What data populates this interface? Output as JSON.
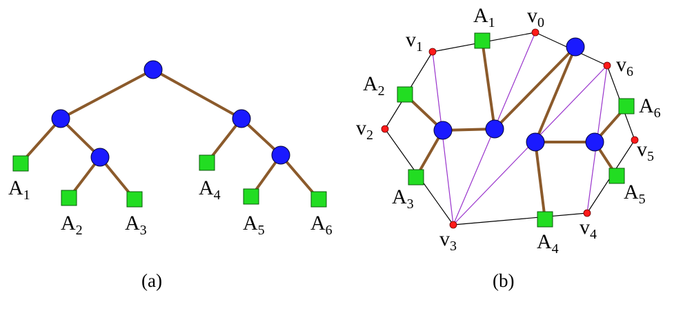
{
  "colors": {
    "tree_edge": "#8b5a2b",
    "internal_node": "#1a1aff",
    "leaf_node": "#22dd22",
    "polygon_vertex": "#ff1a1a",
    "polygon_edge": "#000000",
    "diagonal": "#9933cc"
  },
  "panel_a": {
    "caption": "(a)",
    "leaves": [
      {
        "base": "A",
        "sub": "1"
      },
      {
        "base": "A",
        "sub": "2"
      },
      {
        "base": "A",
        "sub": "3"
      },
      {
        "base": "A",
        "sub": "4"
      },
      {
        "base": "A",
        "sub": "5"
      },
      {
        "base": "A",
        "sub": "6"
      }
    ]
  },
  "panel_b": {
    "caption": "(b)",
    "vertices": [
      {
        "base": "v",
        "sub": "0"
      },
      {
        "base": "v",
        "sub": "1"
      },
      {
        "base": "v",
        "sub": "2"
      },
      {
        "base": "v",
        "sub": "3"
      },
      {
        "base": "v",
        "sub": "4"
      },
      {
        "base": "v",
        "sub": "5"
      },
      {
        "base": "v",
        "sub": "6"
      }
    ],
    "leaves": [
      {
        "base": "A",
        "sub": "1"
      },
      {
        "base": "A",
        "sub": "2"
      },
      {
        "base": "A",
        "sub": "3"
      },
      {
        "base": "A",
        "sub": "4"
      },
      {
        "base": "A",
        "sub": "5"
      },
      {
        "base": "A",
        "sub": "6"
      }
    ]
  }
}
